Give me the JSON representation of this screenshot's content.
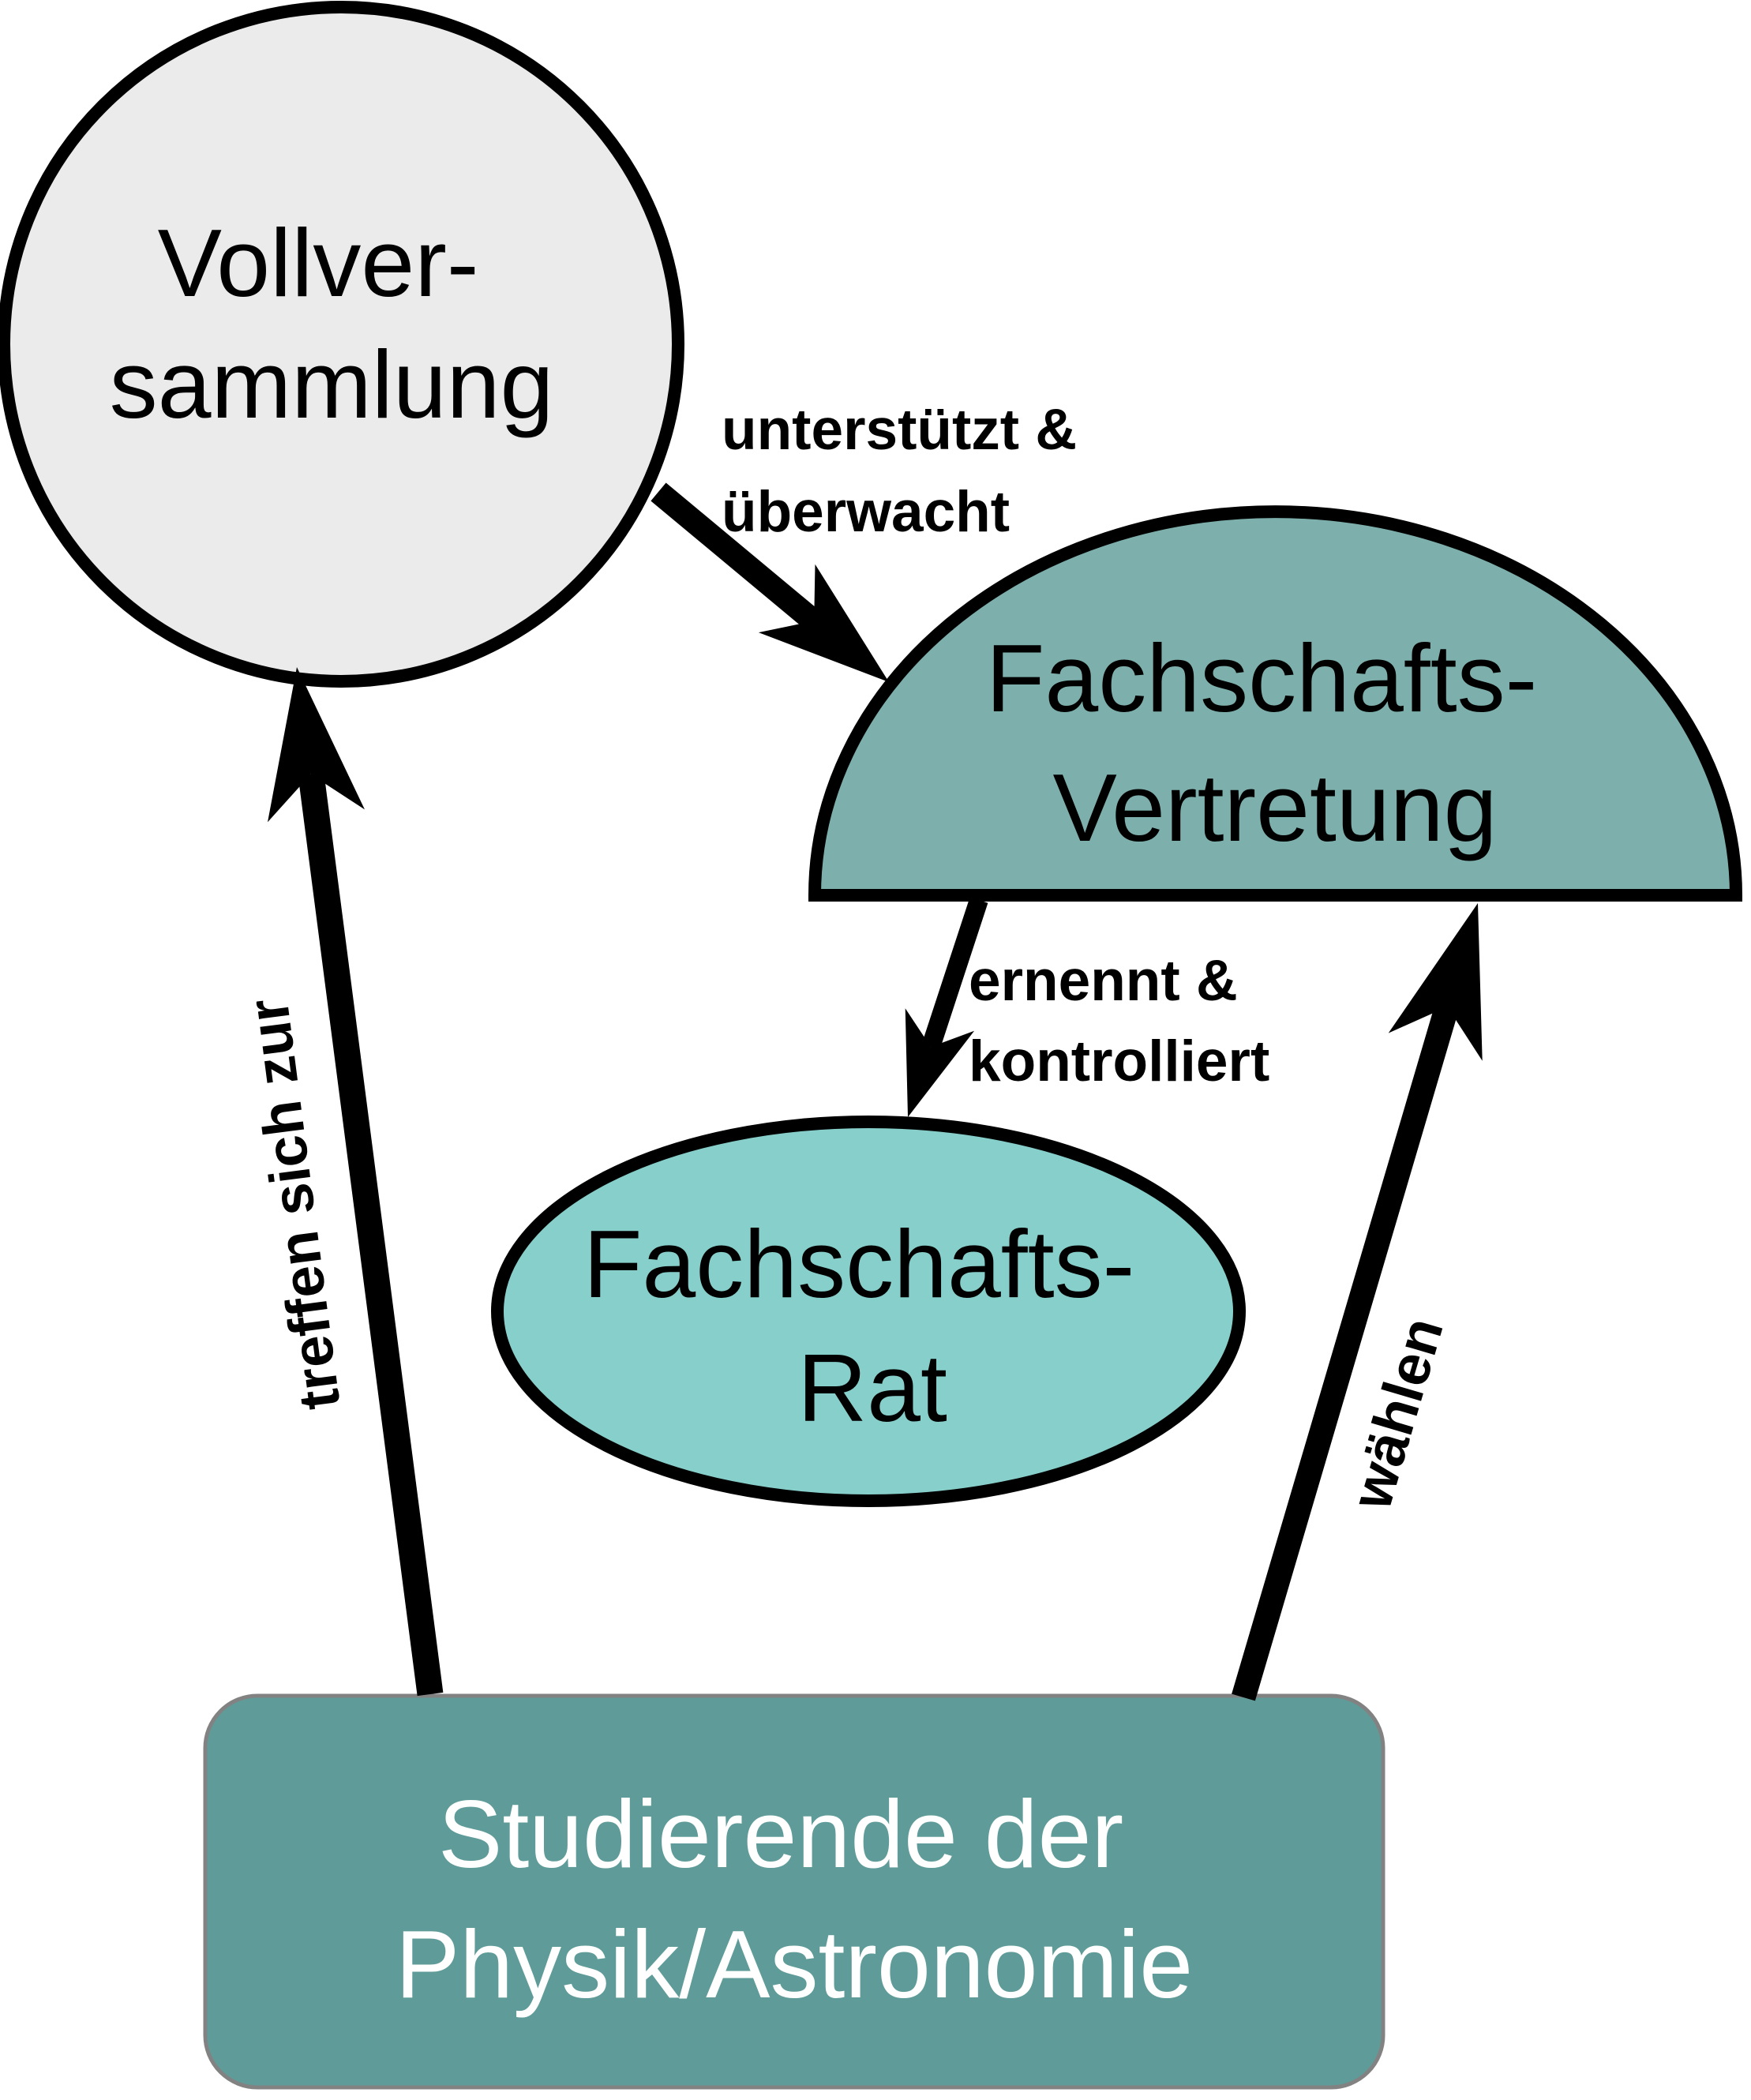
{
  "diagram": {
    "background": "#ffffff",
    "nodes": {
      "vollversammlung": {
        "shape": "circle",
        "label_lines": [
          "Vollver-",
          "sammlung"
        ],
        "fill": "#EBEBEB",
        "stroke": "#000000",
        "text_color": "#000000"
      },
      "fachschafts_vertretung": {
        "shape": "half-ellipse",
        "label_lines": [
          "Fachschafts-",
          "Vertretung"
        ],
        "fill": "#7DB0AC",
        "stroke": "#000000",
        "text_color": "#000000"
      },
      "fachschafts_rat": {
        "shape": "ellipse",
        "label_lines": [
          "Fachschafts-",
          "Rat"
        ],
        "fill": "#87CFCB",
        "stroke": "#000000",
        "text_color": "#000000"
      },
      "studierende": {
        "shape": "rounded-rectangle",
        "label_lines": [
          "Studierende der",
          "Physik/Astronomie"
        ],
        "fill": "#5F9C99",
        "stroke": "#828282",
        "text_color": "#ffffff"
      }
    },
    "edges": {
      "unterstuetzt": {
        "from": "vollversammlung",
        "to": "fachschafts_vertretung",
        "label_lines": [
          "unterstützt &",
          "überwacht"
        ],
        "color": "#000000"
      },
      "ernennt": {
        "from": "fachschafts_vertretung",
        "to": "fachschafts_rat",
        "label_lines": [
          "ernennt &",
          "kontrolliert"
        ],
        "color": "#000000"
      },
      "treffen": {
        "from": "studierende",
        "to": "vollversammlung",
        "label": "treffen sich zur",
        "color": "#000000"
      },
      "waehlen": {
        "from": "studierende",
        "to": "fachschafts_vertretung",
        "label": "wählen",
        "color": "#000000"
      }
    }
  }
}
